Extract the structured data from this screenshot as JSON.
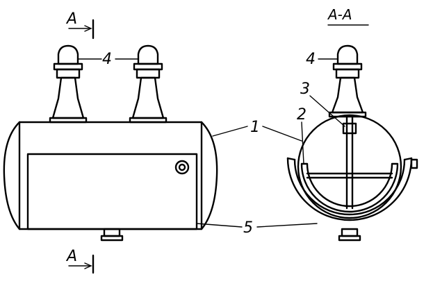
{
  "diagram": {
    "labels": {
      "body": "1",
      "agitator": "2",
      "shaft": "3",
      "drive": "4",
      "jacket": "5"
    },
    "section": {
      "title": "A-A",
      "marker": "A"
    }
  }
}
